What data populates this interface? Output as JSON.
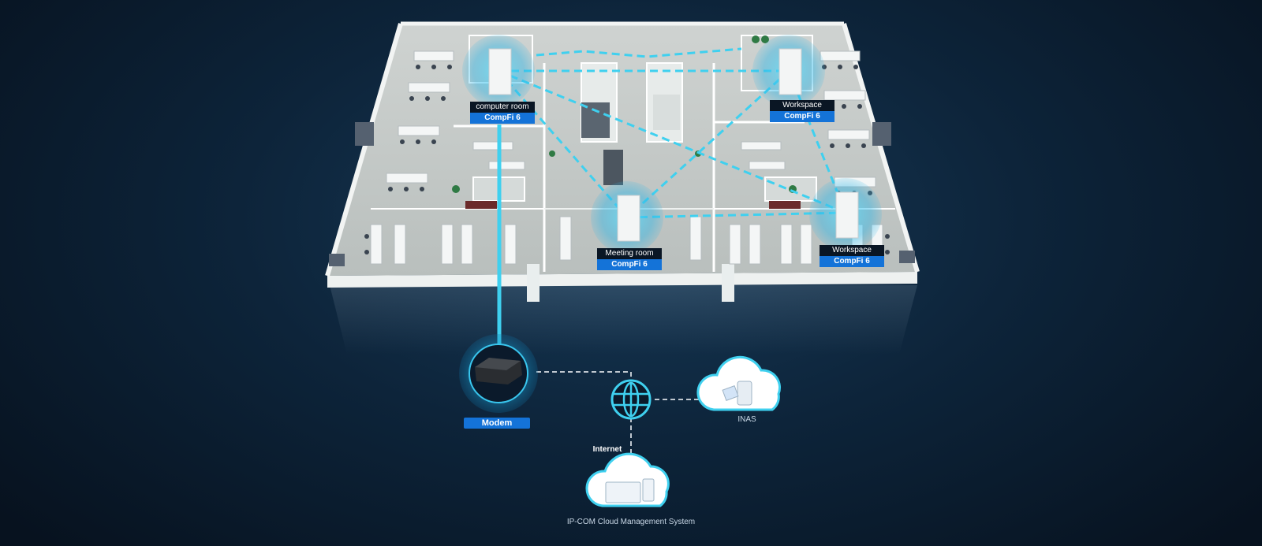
{
  "access_points": [
    {
      "room": "computer room",
      "model": "CompFi 6"
    },
    {
      "room": "Workspace",
      "model": "CompFi 6"
    },
    {
      "room": "Meeting room",
      "model": "CompFi 6"
    },
    {
      "room": "Workspace",
      "model": "CompFi 6"
    }
  ],
  "modem": {
    "label": "Modem"
  },
  "internet": {
    "label": "Internet"
  },
  "inas": {
    "label": "INAS"
  },
  "cloud": {
    "label": "IP-COM Cloud Management System"
  },
  "colors": {
    "accent": "#1473d8",
    "link": "#3fd0ef",
    "background": "#0d243a"
  }
}
